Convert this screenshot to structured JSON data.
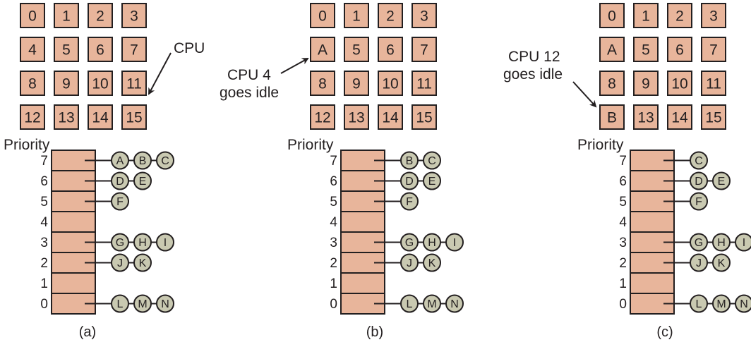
{
  "colors": {
    "cell_fill": "#e8b59b",
    "node_fill": "#c9c9b1",
    "ink": "#231f20"
  },
  "priority_label": "Priority",
  "priority_levels": [
    "7",
    "6",
    "5",
    "4",
    "3",
    "2",
    "1",
    "0"
  ],
  "panels": [
    {
      "id": "a",
      "caption": "(a)",
      "grid": [
        "0",
        "1",
        "2",
        "3",
        "4",
        "5",
        "6",
        "7",
        "8",
        "9",
        "10",
        "11",
        "12",
        "13",
        "14",
        "15"
      ],
      "annotation": {
        "lines": [
          "CPU"
        ],
        "points_to_cell": 11,
        "side": "right"
      },
      "queues": {
        "7": [
          "A",
          "B",
          "C"
        ],
        "6": [
          "D",
          "E"
        ],
        "5": [
          "F"
        ],
        "4": [],
        "3": [
          "G",
          "H",
          "I"
        ],
        "2": [
          "J",
          "K"
        ],
        "1": [],
        "0": [
          "L",
          "M",
          "N"
        ]
      }
    },
    {
      "id": "b",
      "caption": "(b)",
      "grid": [
        "0",
        "1",
        "2",
        "3",
        "A",
        "5",
        "6",
        "7",
        "8",
        "9",
        "10",
        "11",
        "12",
        "13",
        "14",
        "15"
      ],
      "annotation": {
        "lines": [
          "CPU 4",
          "goes idle"
        ],
        "points_to_cell": 4,
        "side": "left"
      },
      "queues": {
        "7": [
          "B",
          "C"
        ],
        "6": [
          "D",
          "E"
        ],
        "5": [
          "F"
        ],
        "4": [],
        "3": [
          "G",
          "H",
          "I"
        ],
        "2": [
          "J",
          "K"
        ],
        "1": [],
        "0": [
          "L",
          "M",
          "N"
        ]
      }
    },
    {
      "id": "c",
      "caption": "(c)",
      "grid": [
        "0",
        "1",
        "2",
        "3",
        "A",
        "5",
        "6",
        "7",
        "8",
        "9",
        "10",
        "11",
        "B",
        "13",
        "14",
        "15"
      ],
      "annotation": {
        "lines": [
          "CPU 12",
          "goes idle"
        ],
        "points_to_cell": 12,
        "side": "left"
      },
      "queues": {
        "7": [
          "C"
        ],
        "6": [
          "D",
          "E"
        ],
        "5": [
          "F"
        ],
        "4": [],
        "3": [
          "G",
          "H",
          "I"
        ],
        "2": [
          "J",
          "K"
        ],
        "1": [],
        "0": [
          "L",
          "M",
          "N"
        ]
      }
    }
  ]
}
